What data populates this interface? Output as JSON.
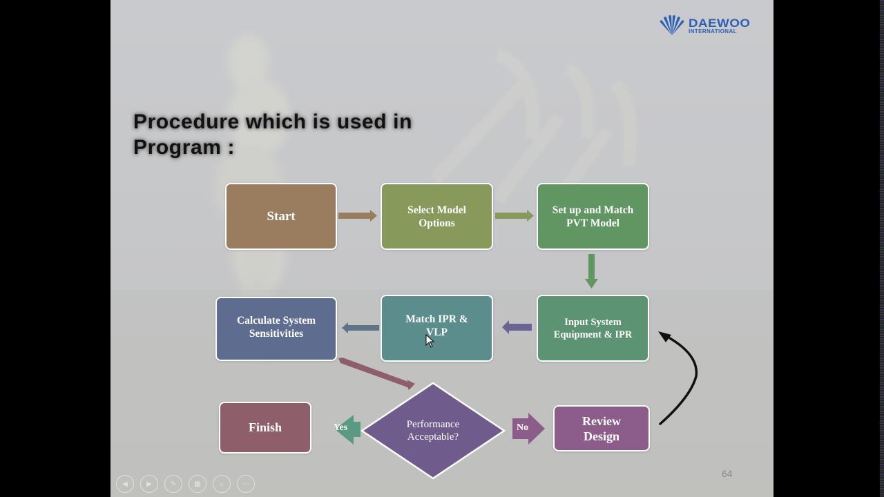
{
  "slide": {
    "title_line1": "Procedure which is used in",
    "title_line2": "Program :",
    "page_number": "64",
    "logo": {
      "main": "DAEWOO",
      "sub": "INTERNATIONAL",
      "color": "#2b5fb4"
    }
  },
  "flowchart": {
    "nodes": [
      {
        "id": "start",
        "line1": "Start",
        "line2": "",
        "color": "#9a7d5f"
      },
      {
        "id": "select-model",
        "line1": "Select Model",
        "line2": "Options",
        "color": "#879a5c"
      },
      {
        "id": "pvt",
        "line1": "Set up and Match",
        "line2": "PVT Model",
        "color": "#5f9661"
      },
      {
        "id": "input-system",
        "line1": "Input System",
        "line2": "Equipment & IPR",
        "color": "#5c9372"
      },
      {
        "id": "match-ipr",
        "line1": "Match IPR &",
        "line2": "VLP",
        "color": "#5a8d8b"
      },
      {
        "id": "calc-sens",
        "line1": "Calculate System",
        "line2": "Sensitivities",
        "color": "#5d6c8f"
      },
      {
        "id": "decision",
        "line1": "Performance",
        "line2": "Acceptable?",
        "color": "#6f5c8c"
      },
      {
        "id": "finish",
        "line1": "Finish",
        "line2": "",
        "color": "#8e5f6a"
      },
      {
        "id": "review",
        "line1": "Review",
        "line2": "Design",
        "color": "#8c5d8a"
      }
    ],
    "edges": [
      {
        "from": "start",
        "to": "select-model",
        "label": "",
        "color": "#9a7d5f"
      },
      {
        "from": "select-model",
        "to": "pvt",
        "label": "",
        "color": "#879a5c"
      },
      {
        "from": "pvt",
        "to": "input-system",
        "label": "",
        "color": "#5f9661"
      },
      {
        "from": "input-system",
        "to": "match-ipr",
        "label": "",
        "color": "#6a6494"
      },
      {
        "from": "match-ipr",
        "to": "calc-sens",
        "label": "",
        "color": "#5d7489"
      },
      {
        "from": "calc-sens",
        "to": "decision",
        "label": "",
        "color": "#8e5f6a"
      },
      {
        "from": "decision",
        "to": "finish",
        "label": "Yes",
        "color": "#5a9a82"
      },
      {
        "from": "decision",
        "to": "review",
        "label": "No",
        "color": "#8c5d8a"
      },
      {
        "from": "review",
        "to": "input-system",
        "label": "",
        "color": "#111111"
      }
    ]
  },
  "navigation": {
    "buttons": [
      {
        "name": "previous",
        "icon": "◀"
      },
      {
        "name": "next",
        "icon": "▶"
      },
      {
        "name": "pen",
        "icon": "✎"
      },
      {
        "name": "slides",
        "icon": "▦"
      },
      {
        "name": "zoom",
        "icon": "⌕"
      },
      {
        "name": "more",
        "icon": "⋯"
      }
    ]
  }
}
